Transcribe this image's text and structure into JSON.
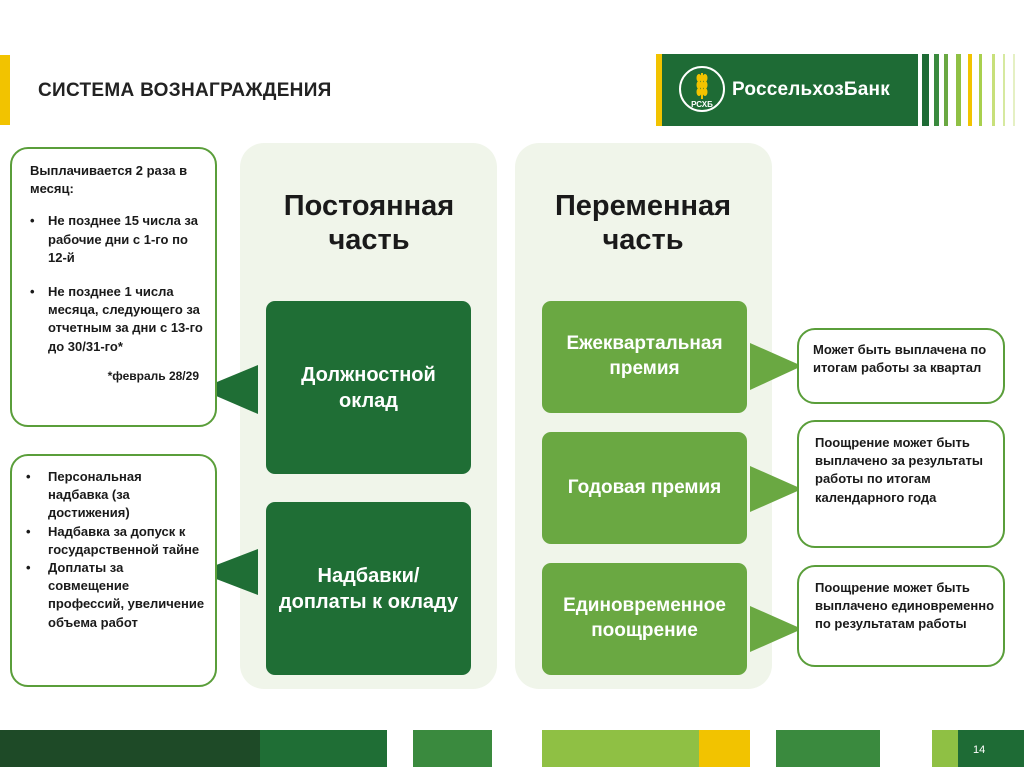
{
  "header": {
    "title": "СИСТЕМА ВОЗНАГРАЖДЕНИЯ",
    "logo_text": "РоссельхозБанк",
    "logo_emblem_text": "РСХБ"
  },
  "colors": {
    "brand_dark_green": "#1e6b35",
    "card_light_green": "#6aa842",
    "accent_yellow": "#f2c300",
    "panel_bg": "#f0f5ea",
    "border_green": "#5a9e3a"
  },
  "fixed": {
    "heading": "Постоянная часть",
    "salary_label": "Должностной оклад",
    "allowances_label": "Надбавки/ доплаты к окладу"
  },
  "variable": {
    "heading": "Переменная часть",
    "quarterly_label": "Ежеквартальная премия",
    "annual_label": "Годовая премия",
    "onetime_label": "Единовременное поощрение"
  },
  "notes": {
    "payment": {
      "intro": "Выплачивается 2 раза в месяц:",
      "items": [
        "Не позднее 15 числа за рабочие дни с 1-го по 12-й",
        "Не позднее 1 числа месяца, следующего за отчетным за дни с 13-го до 30/31-го*"
      ],
      "footnote": "*февраль 28/29"
    },
    "bonuses": {
      "items": [
        "Персональная надбавка (за достижения)",
        "Надбавка за допуск к государственной тайне",
        "Доплаты за совмещение профессий, увеличение объема работ"
      ]
    },
    "quarterly": "Может быть выплачена по итогам работы за квартал",
    "annual": "Поощрение может быть выплачено за результаты работы по итогам календарного года",
    "onetime": "Поощрение может быть выплачено единовременно по результатам работы"
  },
  "footer": {
    "page_number": "14"
  }
}
